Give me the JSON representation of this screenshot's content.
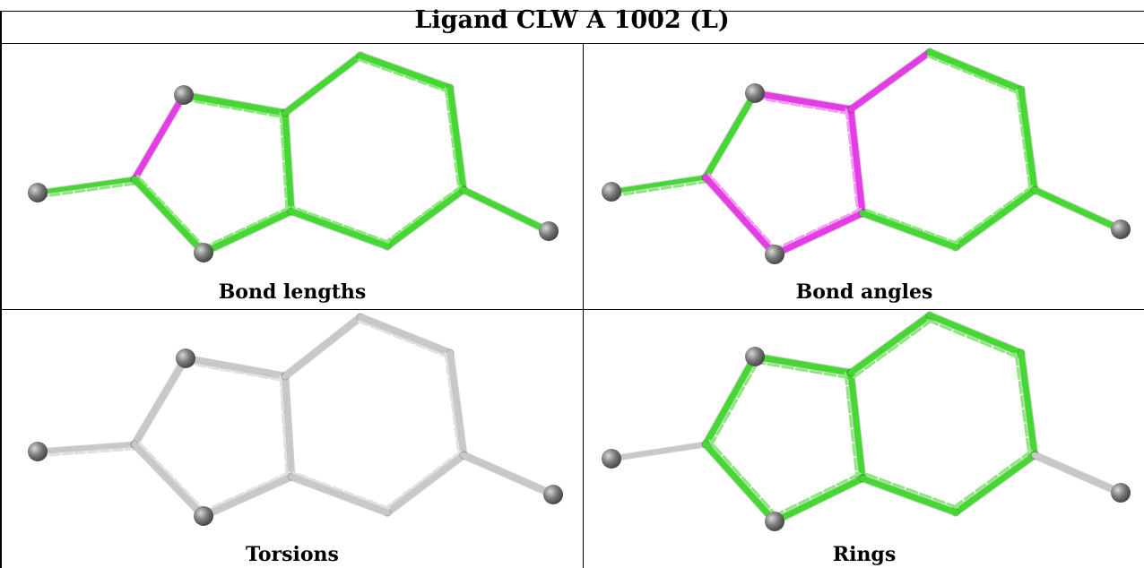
{
  "title": "Ligand CLW A 1002 (L)",
  "panels": [
    {
      "caption": "Bond lengths",
      "scheme": "lengths"
    },
    {
      "caption": "Bond angles",
      "scheme": "angles"
    },
    {
      "caption": "Torsions",
      "scheme": "torsions"
    },
    {
      "caption": "Rings",
      "scheme": "rings"
    }
  ],
  "colors": {
    "ok": "#46d832",
    "outlier": "#e53ce5",
    "neutral": "#c8c8c8",
    "atom": "#7a7a7a"
  }
}
